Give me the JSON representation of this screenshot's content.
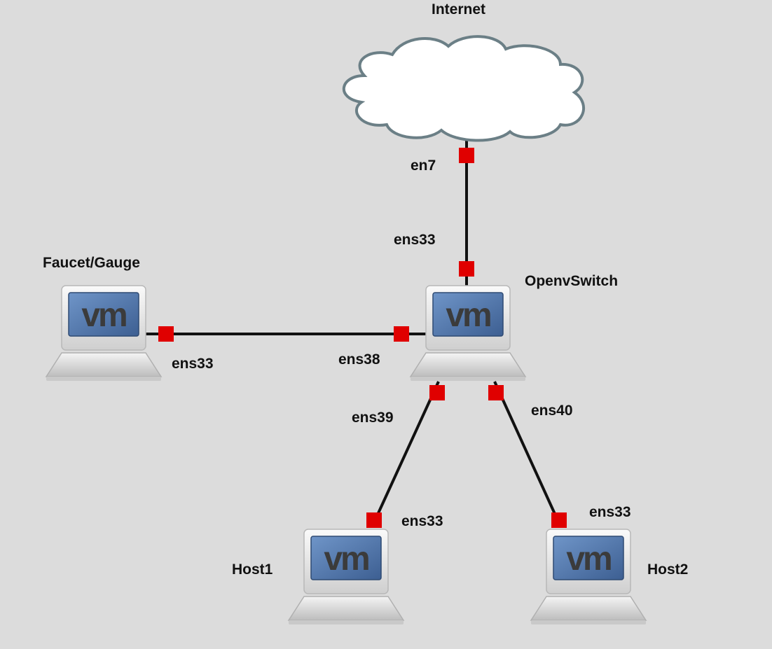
{
  "nodes": {
    "internet": {
      "label": "Internet",
      "icon": "cloud-icon"
    },
    "openvswitch": {
      "label": "OpenvSwitch",
      "icon": "vm-computer-icon",
      "logo": "vm"
    },
    "faucet": {
      "label": "Faucet/Gauge",
      "icon": "vm-computer-icon",
      "logo": "vm"
    },
    "host1": {
      "label": "Host1",
      "icon": "vm-computer-icon",
      "logo": "vm"
    },
    "host2": {
      "label": "Host2",
      "icon": "vm-computer-icon",
      "logo": "vm"
    }
  },
  "ports": {
    "internet_en7": "en7",
    "ovs_uplink": "ens33",
    "faucet_port": "ens33",
    "ovs_faucet": "ens38",
    "ovs_host1": "ens39",
    "ovs_host2": "ens40",
    "host1_port": "ens33",
    "host2_port": "ens33"
  },
  "colors": {
    "background": "#dcdcdc",
    "link": "#111111",
    "port": "#e00000",
    "screen": "#4a6fa5",
    "cloud_stroke": "#6b7f86"
  }
}
